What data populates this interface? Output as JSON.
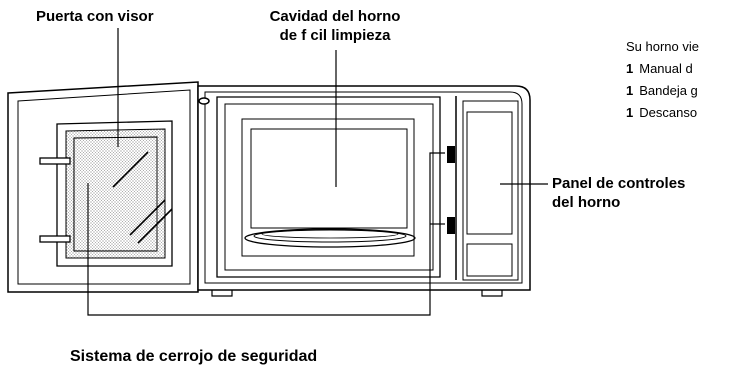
{
  "labels": {
    "door": "Puerta con visor",
    "cavity_line1": "Cavidad del horno",
    "cavity_line2": "de f cil limpieza",
    "panel_line1": "Panel de controles",
    "panel_line2": "del horno",
    "lock": "Sistema de cerrojo de seguridad"
  },
  "accessories": {
    "intro": "Su horno vie",
    "items": [
      {
        "qty": "1",
        "text": "Manual d"
      },
      {
        "qty": "1",
        "text": "Bandeja g"
      },
      {
        "qty": "1",
        "text": "Descanso"
      }
    ]
  }
}
